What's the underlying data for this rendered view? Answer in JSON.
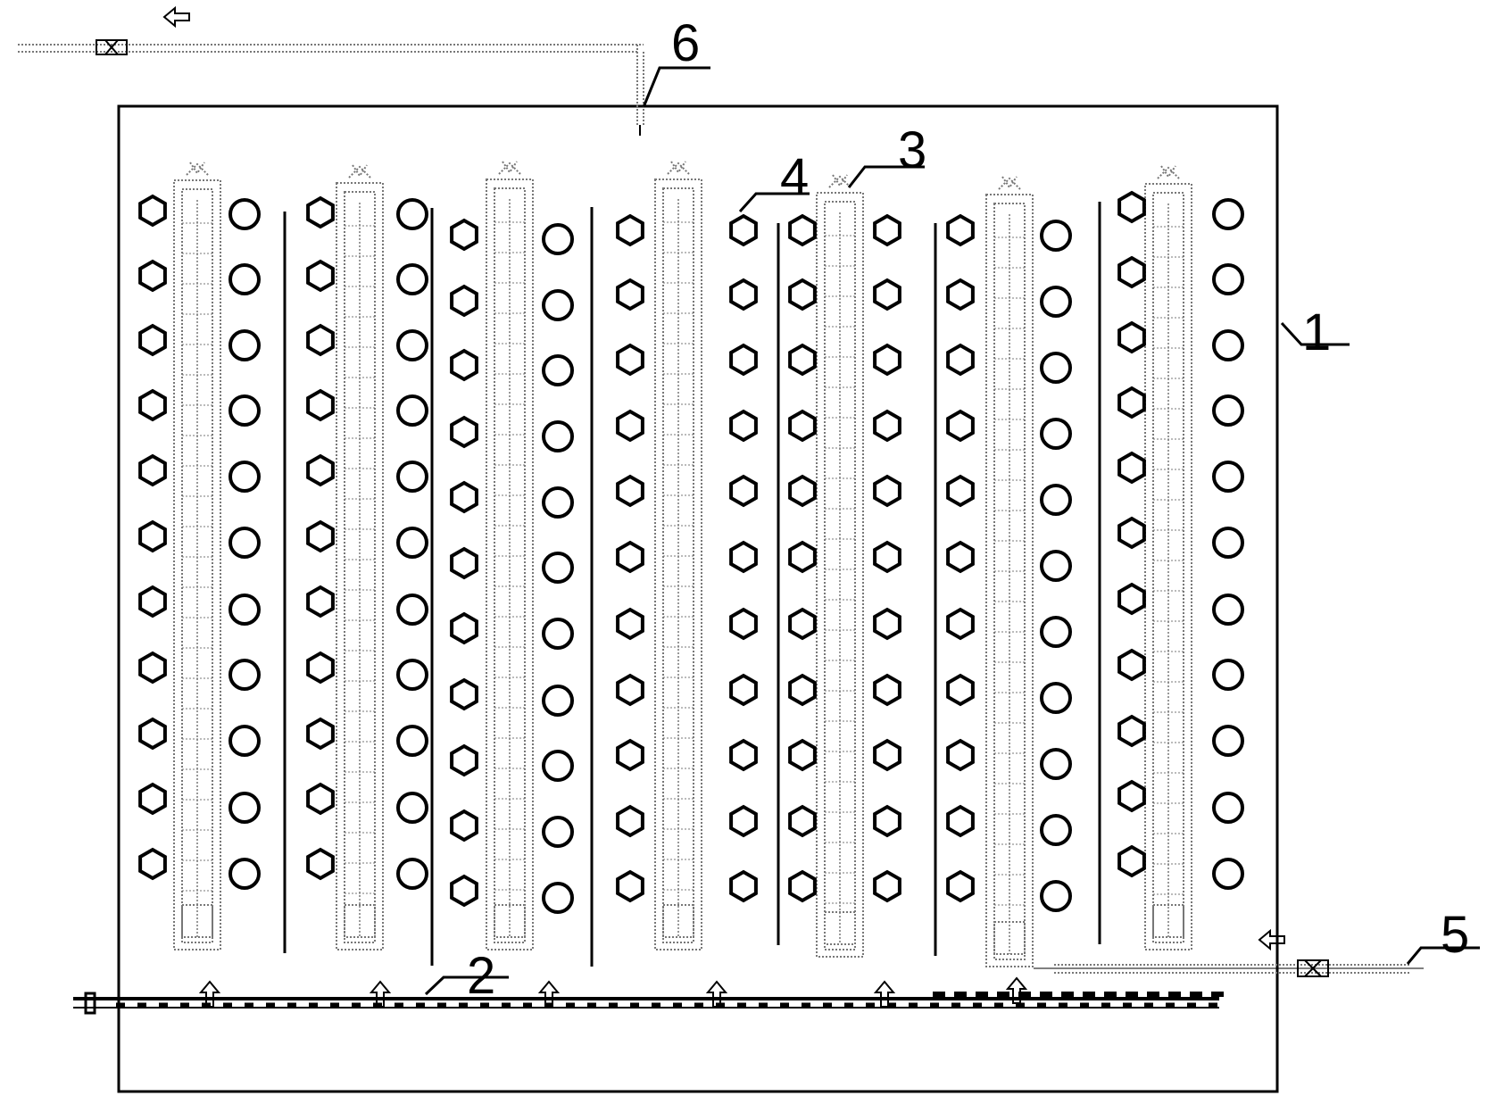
{
  "labels": [
    {
      "id": "1",
      "text": "1"
    },
    {
      "id": "2",
      "text": "2"
    },
    {
      "id": "3",
      "text": "3"
    },
    {
      "id": "4",
      "text": "4"
    },
    {
      "id": "5",
      "text": "5"
    },
    {
      "id": "6",
      "text": "6"
    }
  ],
  "colors": {
    "line": "#000000",
    "dotted": "#777777",
    "background": "#ffffff"
  }
}
